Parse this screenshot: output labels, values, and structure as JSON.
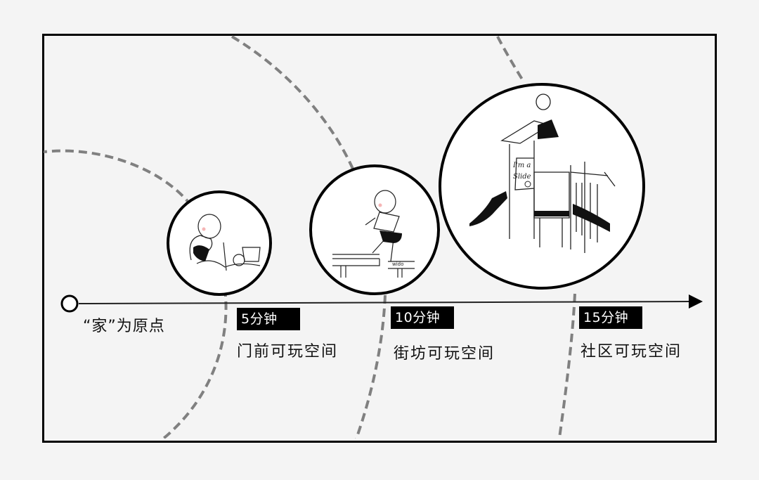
{
  "origin": {
    "label": "“家”为原点"
  },
  "stages": [
    {
      "time": "5分钟",
      "space": "门前可玩空间",
      "illustration": "child-playing-in-sand"
    },
    {
      "time": "10分钟",
      "space": "街坊可玩空间",
      "illustration": "child-walking-on-bench"
    },
    {
      "time": "15分钟",
      "space": "社区可玩空间",
      "illustration": "child-on-playground-slide"
    }
  ],
  "slide_sign": {
    "line1": "I'm a",
    "line2": "Slide"
  },
  "signature": "wido",
  "colors": {
    "background": "#f4f4f4",
    "frame": "#000000",
    "arc": "#808080",
    "badge_bg": "#000000",
    "badge_text": "#ffffff"
  }
}
